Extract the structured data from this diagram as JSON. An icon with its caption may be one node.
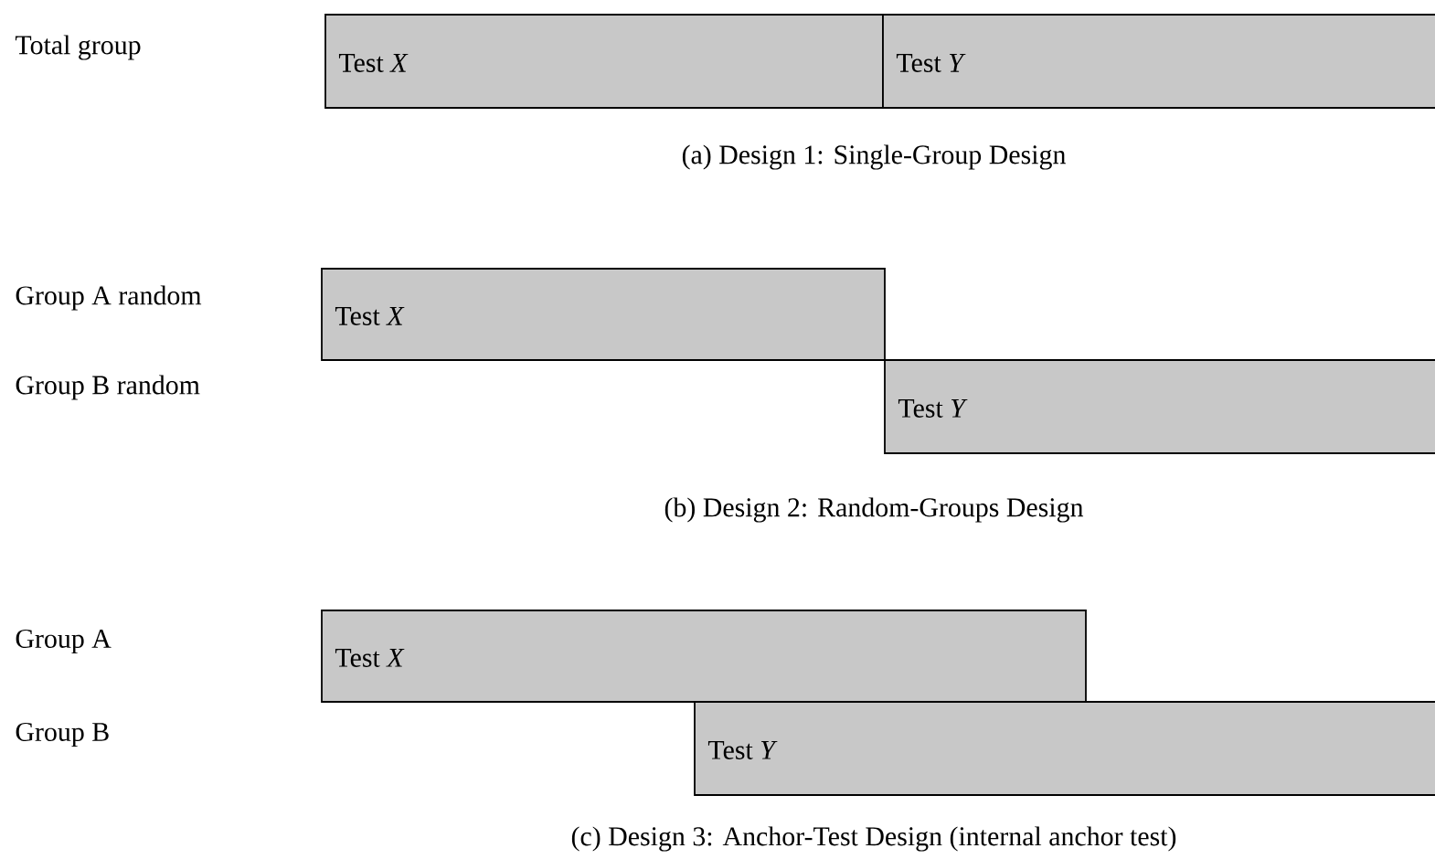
{
  "diagram": {
    "nodes": [
      {
        "text": [
          "Test *X*"
        ]
      },
      {
        "text": [
          "Test *Y*"
        ]
      },
      {
        "text": [
          "Test *X*"
        ]
      },
      {
        "text": [
          "Test *Y*"
        ]
      },
      {
        "text": [
          "Test *X*"
        ]
      },
      {
        "text": [
          "Test *Y*"
        ]
      }
    ],
    "labels": [
      "Total group",
      "(a) Design 1: Single-Group Design",
      "Group A random",
      "Group B random",
      "(b) Design 2: Random-Groups Design",
      "Group A",
      "Group B",
      "(c) Design 3: Anchor-Test Design (internal anchor test)"
    ]
  }
}
